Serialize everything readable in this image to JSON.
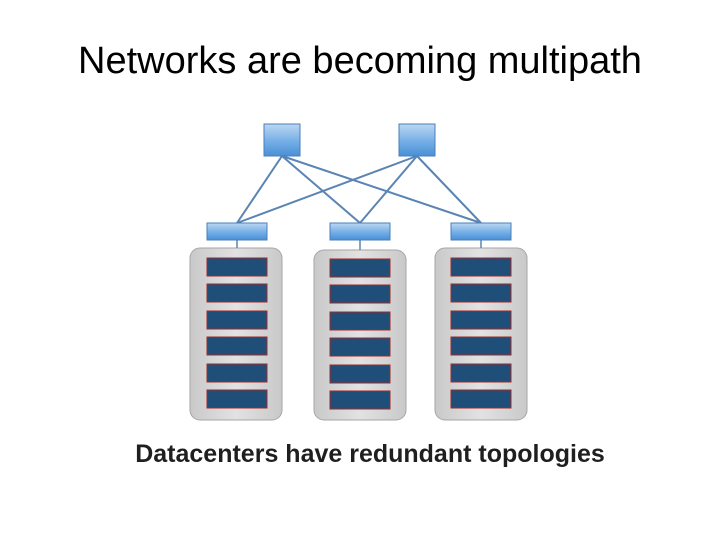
{
  "slide": {
    "title": "Networks are becoming multipath",
    "caption": "Datacenters have redundant topologies"
  },
  "diagram": {
    "core_switches": [
      {
        "id": "core-1"
      },
      {
        "id": "core-2"
      }
    ],
    "tor_switches": [
      {
        "id": "tor-1"
      },
      {
        "id": "tor-2"
      },
      {
        "id": "tor-3"
      }
    ],
    "racks": [
      {
        "id": "rack-1",
        "tor": "tor-1",
        "servers": 6
      },
      {
        "id": "rack-2",
        "tor": "tor-2",
        "servers": 6
      },
      {
        "id": "rack-3",
        "tor": "tor-3",
        "servers": 6
      }
    ],
    "links": [
      [
        "core-1",
        "tor-1"
      ],
      [
        "core-1",
        "tor-2"
      ],
      [
        "core-1",
        "tor-3"
      ],
      [
        "core-2",
        "tor-1"
      ],
      [
        "core-2",
        "tor-2"
      ],
      [
        "core-2",
        "tor-3"
      ]
    ],
    "colors": {
      "switch": "#5b9bd5",
      "link": "#5a84b4",
      "rack": "#d9d9d9",
      "server": "#1f4e79",
      "server_border": "#9e2a2b"
    }
  }
}
